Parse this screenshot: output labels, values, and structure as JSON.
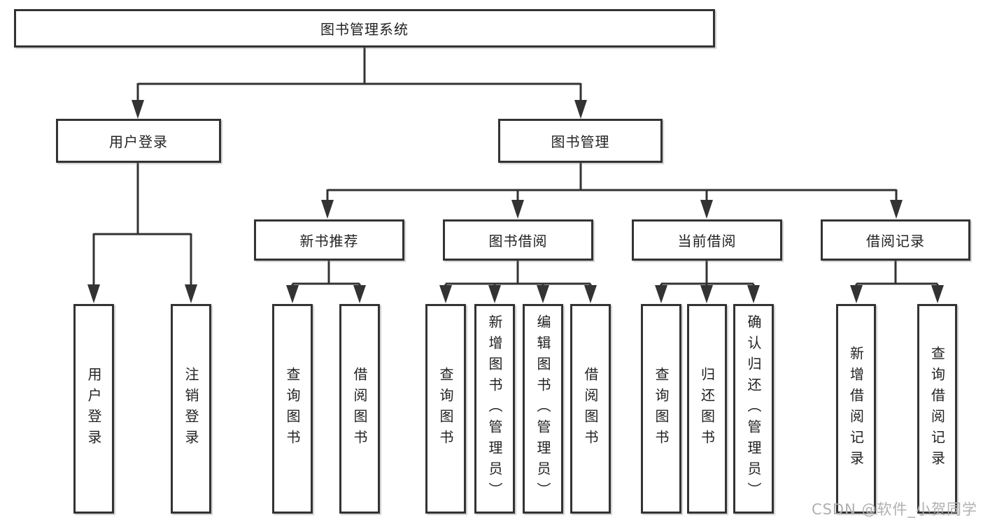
{
  "colors": {
    "line": "#333333",
    "text": "#222222",
    "watermark": "#b0b0b0"
  },
  "root": {
    "label": "图书管理系统"
  },
  "branches": [
    {
      "label": "用户登录",
      "children": [
        {
          "label": "用户登录"
        },
        {
          "label": "注销登录"
        }
      ]
    },
    {
      "label": "图书管理",
      "groups": [
        {
          "label": "新书推荐",
          "children": [
            {
              "label": "查询图书"
            },
            {
              "label": "借阅图书"
            }
          ]
        },
        {
          "label": "图书借阅",
          "children": [
            {
              "label": "查询图书"
            },
            {
              "label": "新增图书（管理员）"
            },
            {
              "label": "编辑图书（管理员）"
            },
            {
              "label": "借阅图书"
            }
          ]
        },
        {
          "label": "当前借阅",
          "children": [
            {
              "label": "查询图书"
            },
            {
              "label": "归还图书"
            },
            {
              "label": "确认归还（管理员）"
            }
          ]
        },
        {
          "label": "借阅记录",
          "children": [
            {
              "label": "新增借阅记录"
            },
            {
              "label": "查询借阅记录"
            }
          ]
        }
      ]
    }
  ],
  "watermark": "CSDN @软件_小贺同学"
}
